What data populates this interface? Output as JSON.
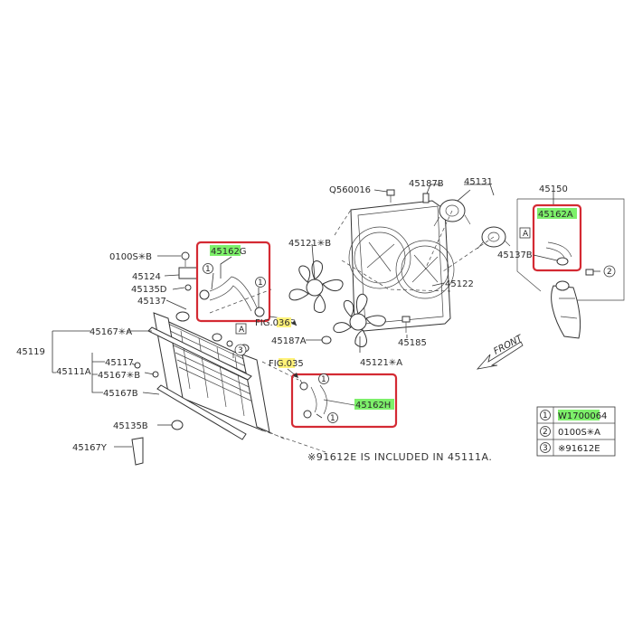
{
  "labels": {
    "q560016": "Q560016",
    "p45187B": "45187B",
    "p45131": "45131",
    "p45150": "45150",
    "p45162A": "45162A",
    "p45137B": "45137B",
    "p45121B": "45121✳B",
    "p45122": "45122",
    "p0100SB": "0100S✳B",
    "p45124": "45124",
    "p45135D": "45135D",
    "p45137": "45137",
    "p45162G": "45162G",
    "fig036": "FIG.036",
    "p45187A": "45187A",
    "p45185": "45185",
    "p45121A": "45121✳A",
    "p45119": "45119",
    "p45167A": "45167✳A",
    "p45117": "45117",
    "p45111A": "45111A",
    "p45167Bstar": "45167✳B",
    "p45167B": "45167B",
    "fig035": "FIG.035",
    "p45162H": "45162H",
    "p45135B": "45135B",
    "p45167Y": "45167Y",
    "boxA": "A",
    "front": "FRONT",
    "circ1": "1",
    "circ2": "2",
    "circ3": "3"
  },
  "note": "※91612E IS INCLUDED IN 45111A.",
  "legend": [
    {
      "num": "1",
      "text": "W1700064"
    },
    {
      "num": "2",
      "text": "0100S✳A"
    },
    {
      "num": "3",
      "text": "※91612E"
    }
  ],
  "colors": {
    "highlight_green": "#7df06a",
    "highlight_yellow": "#fff27a",
    "box_red": "#d42a33"
  }
}
